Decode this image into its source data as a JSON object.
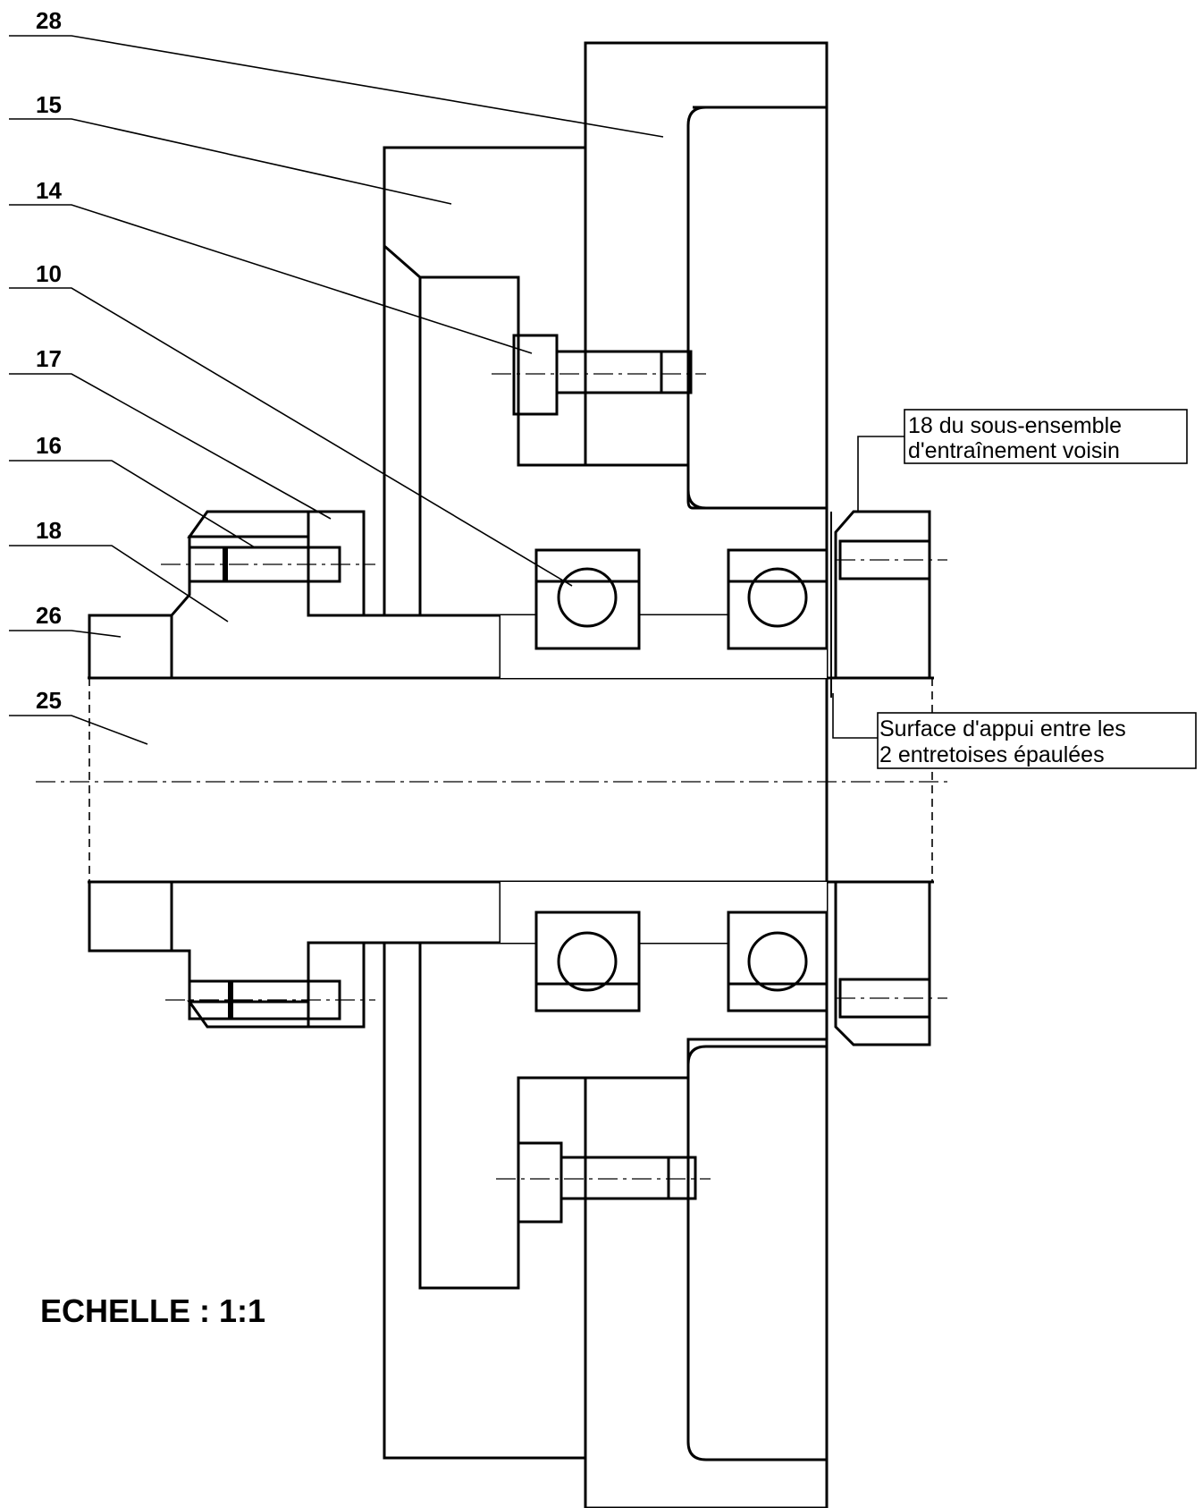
{
  "callouts": [
    {
      "id": "28",
      "label": "28"
    },
    {
      "id": "15",
      "label": "15"
    },
    {
      "id": "14",
      "label": "14"
    },
    {
      "id": "10",
      "label": "10"
    },
    {
      "id": "17",
      "label": "17"
    },
    {
      "id": "16",
      "label": "16"
    },
    {
      "id": "18",
      "label": "18"
    },
    {
      "id": "26",
      "label": "26"
    },
    {
      "id": "25",
      "label": "25"
    }
  ],
  "notes": {
    "neighbor_line1": "18 du sous-ensemble",
    "neighbor_line2": "d'entraînement voisin",
    "surface_line1": "Surface d'appui entre les",
    "surface_line2": "2 entretoises épaulées"
  },
  "scale_label": "ECHELLE : 1:1"
}
